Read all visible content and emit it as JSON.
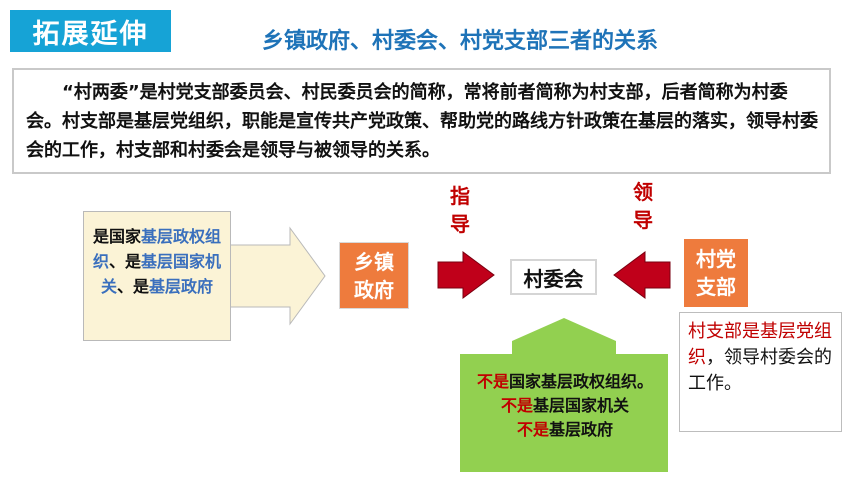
{
  "header": {
    "tag": "拓展延伸",
    "title": "乡镇政府、村委会、村党支部三者的关系"
  },
  "intro": "“村两委”是村党支部委员会、村民委员会的简称，常将前者简称为村支部，后者简称为村委会。村支部是基层党组织，职能是宣传共产党政策、帮助党的路线方针政策在基层的落实，领导村委会的工作，村支部和村委会是领导与被领导的关系。",
  "left_box": {
    "p1": "是国家",
    "h1": "基层政权组织",
    "p2": "、是",
    "h2": "基层国家机关",
    "p3": "、是",
    "h3": "基层政府"
  },
  "nodes": {
    "xiangzhen_1": "乡镇",
    "xiangzhen_2": "政府",
    "cunweihui": "村委会",
    "dangzhibu_1": "村党",
    "dangzhibu_2": "支部"
  },
  "labels": {
    "zhi": "指",
    "dao1": "导",
    "ling": "领",
    "dao2": "导"
  },
  "right_box": {
    "red": "村支部是基层党组织",
    "rest": "，领导村委会的工作。"
  },
  "bottom_box": {
    "line1_neg": "不是",
    "line1": "国家基层政权组织。",
    "line2_neg": "不是",
    "line2": "基层国家机关",
    "line3_neg": "不是",
    "line3": "基层政府"
  },
  "colors": {
    "tag": "#16a3d6",
    "title": "#1e73b8",
    "orange": "#ee7b3d",
    "red_arrow": "#c0001a",
    "green_arrow": "#92d050",
    "left_box_bg": "#fbf3d6",
    "highlight_blue": "#3a6fbd"
  }
}
